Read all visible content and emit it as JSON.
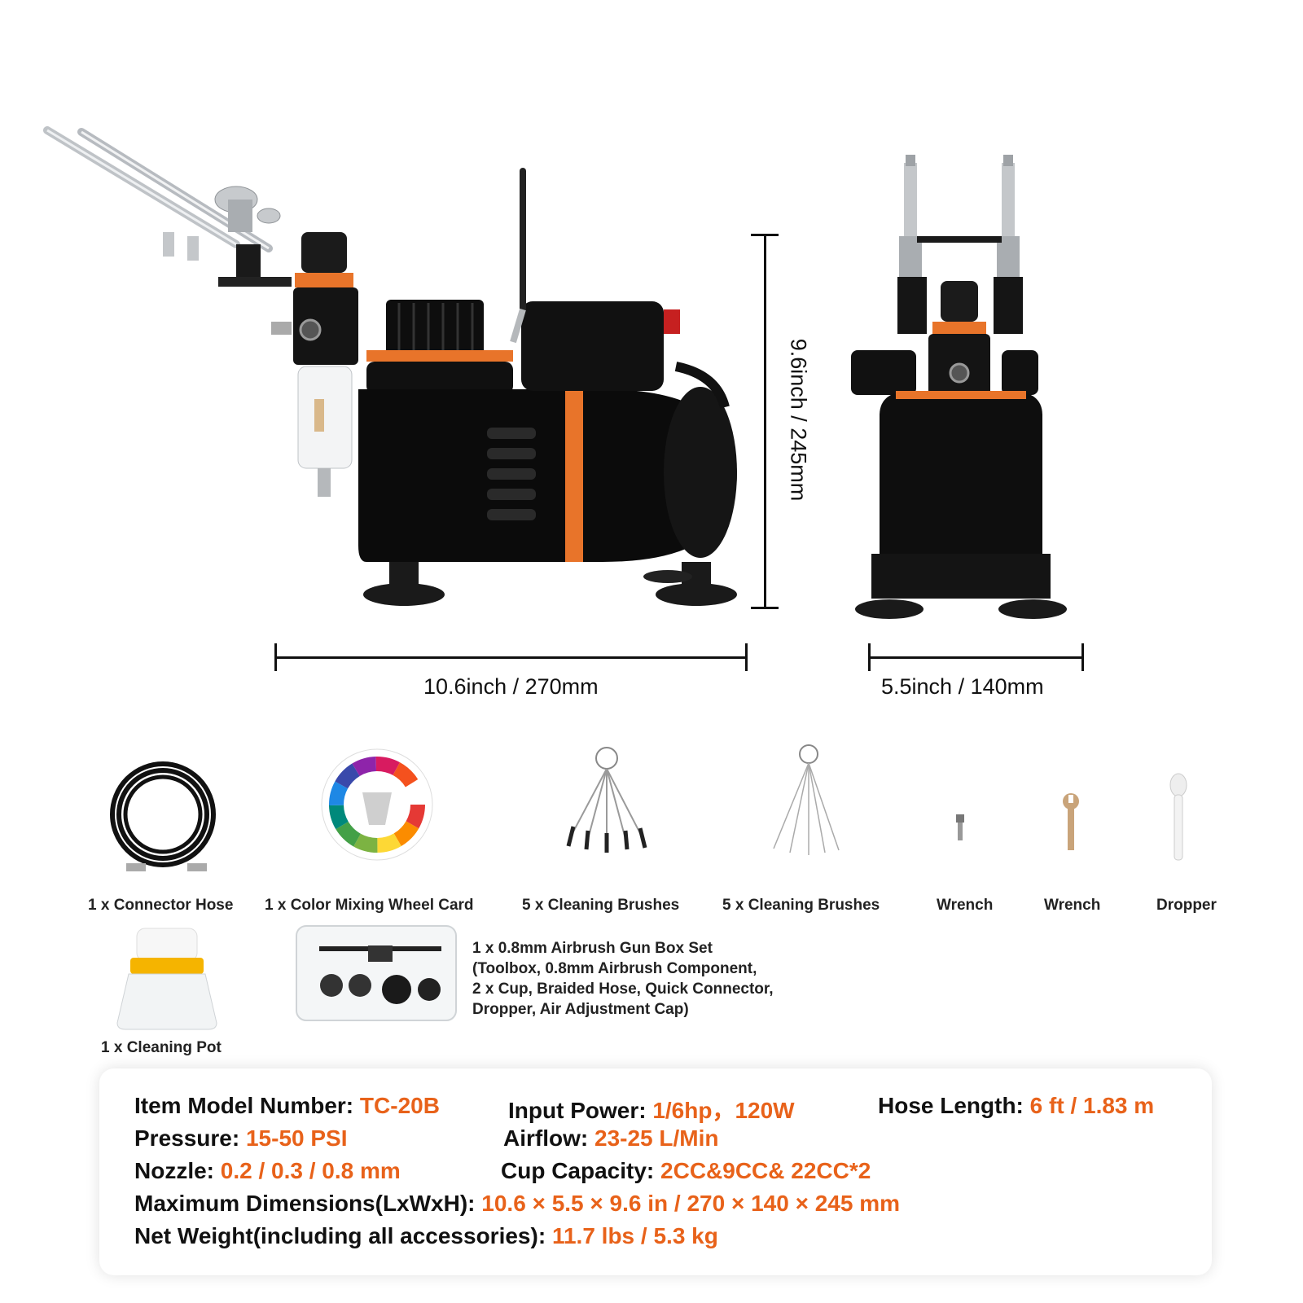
{
  "colors": {
    "accent": "#e8621a",
    "body": "#0d0d0d",
    "orange_band": "#e8742a"
  },
  "dimensions": {
    "height": "9.6inch / 245mm",
    "front_width": "10.6inch / 270mm",
    "side_width": "5.5inch / 140mm"
  },
  "accessories": [
    {
      "label": "1 x Connector Hose",
      "icon": "hose-icon"
    },
    {
      "label": "1 x Color Mixing Wheel Card",
      "icon": "color-wheel-icon"
    },
    {
      "label": "5 x Cleaning Brushes",
      "icon": "brushes-icon"
    },
    {
      "label": "5 x Cleaning Brushes",
      "icon": "needles-icon"
    },
    {
      "label": "Wrench",
      "icon": "small-wrench-icon"
    },
    {
      "label": "Wrench",
      "icon": "wrench-icon"
    },
    {
      "label": "Dropper",
      "icon": "dropper-icon"
    },
    {
      "label": "1 x Cleaning Pot",
      "icon": "cleaning-pot-icon"
    }
  ],
  "kit": {
    "line1": "1 x 0.8mm Airbrush Gun Box Set",
    "line2": "(Toolbox, 0.8mm Airbrush Component,",
    "line3": "2 x Cup, Braided Hose, Quick Connector,",
    "line4": "Dropper, Air Adjustment Cap)"
  },
  "specs": {
    "model": {
      "label": "Item Model Number:",
      "value": "TC-20B"
    },
    "power": {
      "label": "Input Power:",
      "value": "1/6hp，120W"
    },
    "hose": {
      "label": "Hose Length:",
      "value": "6 ft  / 1.83 m"
    },
    "pressure": {
      "label": "Pressure:",
      "value": "15-50 PSI"
    },
    "airflow": {
      "label": "Airflow:",
      "value": "23-25 L/Min"
    },
    "nozzle": {
      "label": "Nozzle:",
      "value": "0.2 / 0.3 / 0.8 mm"
    },
    "cup": {
      "label": "Cup Capacity:",
      "value": "2CC&9CC& 22CC*2"
    },
    "max_dim": {
      "label": "Maximum Dimensions(LxWxH):",
      "value": "10.6 × 5.5 × 9.6 in / 270 × 140 × 245 mm"
    },
    "weight": {
      "label": "Net Weight(including all accessories):",
      "value": "11.7 lbs / 5.3 kg"
    }
  }
}
